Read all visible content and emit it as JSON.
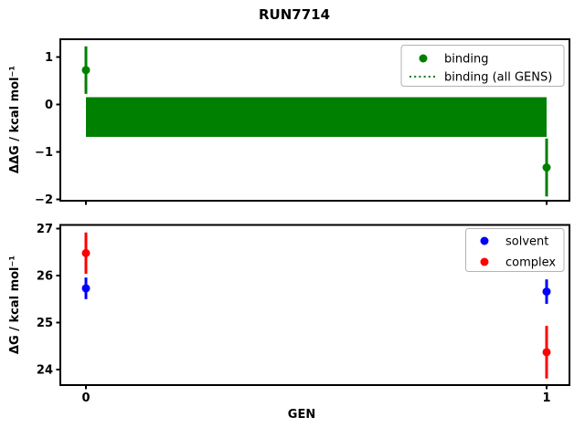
{
  "title": "RUN7714",
  "chart_data": [
    {
      "type": "scatter",
      "x_values": [
        0,
        1
      ],
      "series": [
        {
          "name": "binding",
          "color": "#008000",
          "y": [
            0.72,
            -1.33
          ],
          "yerr": [
            0.5,
            0.61
          ]
        }
      ],
      "band": {
        "name": "binding (all GENS)",
        "color": "#008000",
        "x": [
          0,
          1
        ],
        "y_low": -0.69,
        "y_high": 0.15,
        "linestyle": "dotted"
      },
      "ylabel": "ΔΔG / kcal mol⁻¹",
      "xlim": [
        -0.0556,
        1.0496
      ],
      "ylim": [
        -2.03,
        1.37
      ],
      "yticks": [
        1,
        0,
        -1,
        -2
      ],
      "yticklabels": [
        "1",
        "0",
        "−1",
        "−2"
      ],
      "xticks": [
        0,
        1
      ],
      "grid": false,
      "legend": {
        "position": "upper right",
        "entries": [
          {
            "label": "binding",
            "marker": "dot",
            "color": "#008000"
          },
          {
            "label": "binding (all GENS)",
            "marker": "dotted-line",
            "color": "#008000"
          }
        ]
      }
    },
    {
      "type": "scatter",
      "x_values": [
        0,
        1
      ],
      "series": [
        {
          "name": "solvent",
          "color": "#0000ff",
          "y": [
            25.73,
            25.66
          ],
          "yerr": [
            0.23,
            0.26
          ]
        },
        {
          "name": "complex",
          "color": "#ff0000",
          "y": [
            26.48,
            24.37
          ],
          "yerr": [
            0.44,
            0.56
          ]
        }
      ],
      "ylabel": "ΔG / kcal mol⁻¹",
      "xlabel": "GEN",
      "xlim": [
        -0.0556,
        1.0496
      ],
      "ylim": [
        23.67,
        27.08
      ],
      "yticks": [
        27,
        26,
        25,
        24
      ],
      "yticklabels": [
        "27",
        "26",
        "25",
        "24"
      ],
      "xticks": [
        0,
        1
      ],
      "xticklabels": [
        "0",
        "1"
      ],
      "grid": false,
      "legend": {
        "position": "upper right",
        "entries": [
          {
            "label": "solvent",
            "marker": "dot",
            "color": "#0000ff"
          },
          {
            "label": "complex",
            "marker": "dot",
            "color": "#ff0000"
          }
        ]
      }
    }
  ]
}
